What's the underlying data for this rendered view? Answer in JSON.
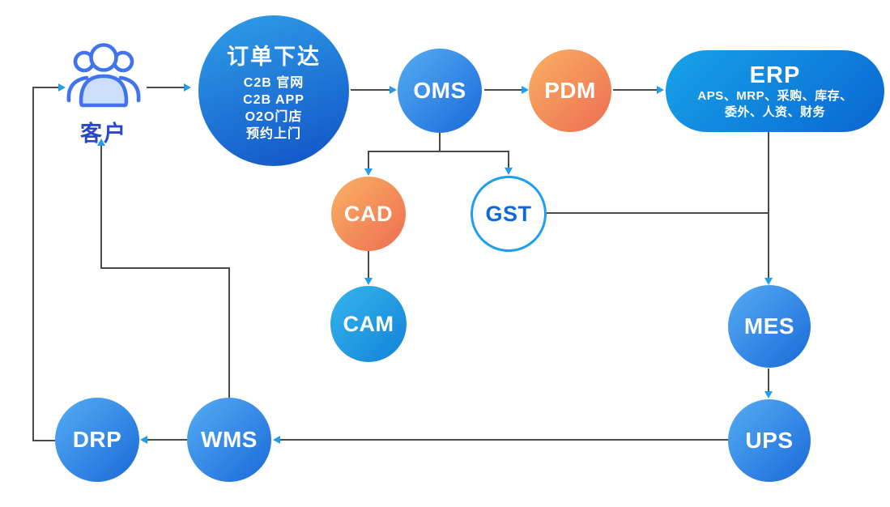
{
  "nodes": {
    "customer": {
      "label": "客户"
    },
    "order": {
      "title": "订单下达",
      "channels": [
        "C2B 官网",
        "C2B APP",
        "O2O门店",
        "预约上门"
      ]
    },
    "oms": {
      "label": "OMS"
    },
    "pdm": {
      "label": "PDM"
    },
    "erp": {
      "title": "ERP",
      "detail_line1": "APS、MRP、采购、库存、",
      "detail_line2": "委外、人资、财务"
    },
    "cad": {
      "label": "CAD"
    },
    "gst": {
      "label": "GST"
    },
    "cam": {
      "label": "CAM"
    },
    "mes": {
      "label": "MES"
    },
    "ups": {
      "label": "UPS"
    },
    "wms": {
      "label": "WMS"
    },
    "drp": {
      "label": "DRP"
    }
  },
  "colors": {
    "connector_line": "#4A4A4A",
    "arrowhead": "#1E9DF1",
    "blue_node_gradient": [
      "#55ADF3",
      "#1A69D9"
    ],
    "orange_node_gradient": [
      "#F9B164",
      "#EE6D51"
    ],
    "order_node_gradient": [
      "#2F9FE9",
      "#1152C6"
    ],
    "erp_node_gradient": [
      "#17A3E9",
      "#0A66D2"
    ],
    "cam_node_gradient": [
      "#36B5EB",
      "#1282DA"
    ],
    "gst_border": "#1E9DF1",
    "gst_text": "#0E69DB",
    "customer_label_color": "#2B47C9",
    "customer_icon_color": "#4273EE"
  }
}
